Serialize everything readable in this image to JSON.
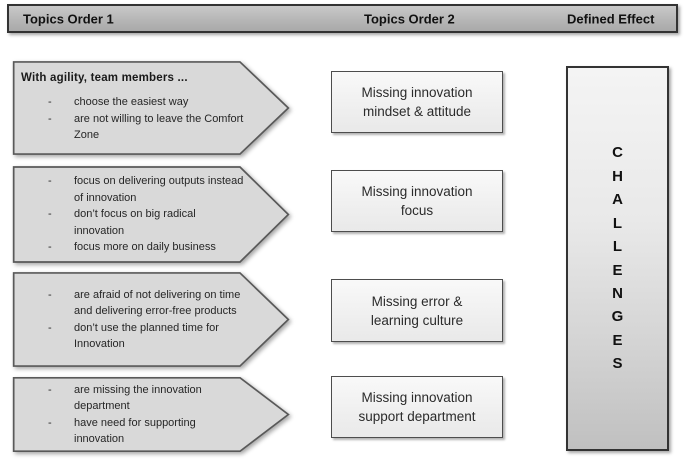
{
  "header": {
    "columns": [
      {
        "label": "Topics Order 1"
      },
      {
        "label": "Topics Order 2"
      },
      {
        "label": "Defined Effect"
      }
    ]
  },
  "topics_order_1": {
    "arrows": [
      {
        "lead": "With agility, team members ...",
        "bullets": [
          "choose the easiest way",
          "are not willing to leave the Comfort Zone"
        ]
      },
      {
        "bullets": [
          "focus on delivering outputs instead of innovation",
          "don’t focus on big radical innovation",
          "focus more on daily business"
        ]
      },
      {
        "bullets": [
          "are afraid of not delivering on time and delivering error-free products",
          "don’t use the planned time for Innovation"
        ]
      },
      {
        "bullets": [
          "are missing the innovation department",
          "have need for supporting innovation"
        ]
      }
    ]
  },
  "topics_order_2": {
    "boxes": [
      {
        "label": "Missing innovation mindset & attitude"
      },
      {
        "label": "Missing innovation focus"
      },
      {
        "label": "Missing error & learning culture"
      },
      {
        "label": "Missing innovation support department"
      }
    ]
  },
  "defined_effect": {
    "word": "CHALLENGES"
  },
  "colors": {
    "header_fill": "#b6b6b6",
    "header_border": "#333333",
    "arrow_fill": "#d9d9d9",
    "arrow_border": "#595959",
    "box_fill": "#f2f2f2",
    "box_border": "#4d4d4d",
    "effect_fill_top": "#f4f4f4",
    "effect_fill_bottom": "#c0c0c0",
    "text": "#262626"
  }
}
